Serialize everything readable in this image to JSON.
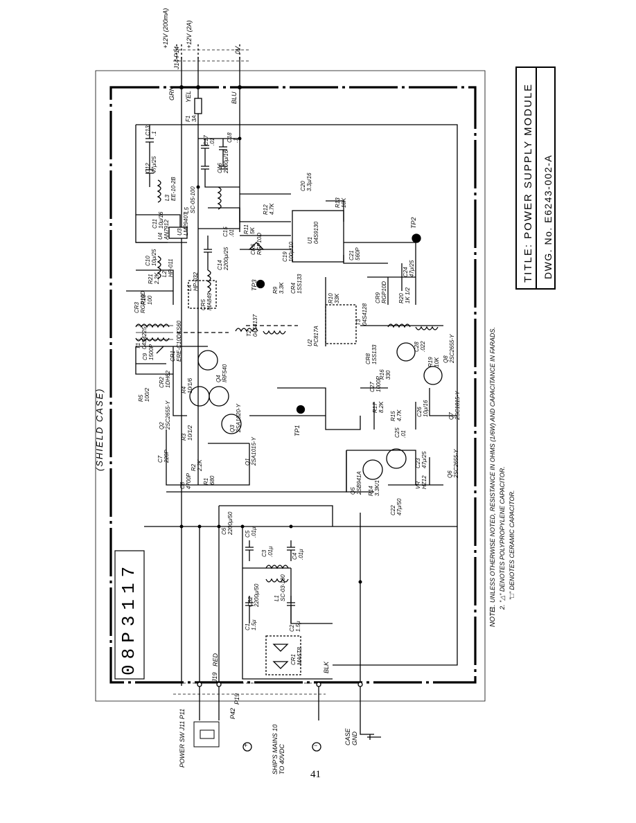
{
  "title": {
    "title_text": "TITLE:  POWER SUPPLY MODULE",
    "dwg_text": "DWG. No.  E6243-002-A"
  },
  "page_number": "41",
  "module_id": "08P3117",
  "shield_case": "(SHIELD CASE)",
  "notes": {
    "heading": "NOTE",
    "n1": "1.  UNLESS OTHERWISE NOTED, RESISTANCE IN OHMS (1/6W) AND CAPACITANCE IN FARADS.",
    "n2": "2.  \"△\" DENOTES POLYPROPYLENE CAPACITOR.",
    "n3": "\"□\" DENOTES CERAMIC CAPACITOR."
  },
  "connectors": {
    "j14": "J14",
    "p14": "P14",
    "out_12v_200ma": "+12V (200mA)",
    "out_12v_2a": "+12V (2A)",
    "out_0v": "0V",
    "pin1": "1",
    "pin2": "2",
    "pin3": "3",
    "wire_grn": "GRN",
    "wire_yel": "YEL",
    "wire_blu": "BLU",
    "power_sw": "POWER SW J11 P11",
    "ships_mains": "SHIP'S MAINS 10 TO 40VDC",
    "case_gnd": "CASE GND",
    "p42": "P42",
    "j19": "J19",
    "p19": "P19",
    "red": "RED",
    "blk": "BLK",
    "plus": "+",
    "minus": "−"
  },
  "test_points": [
    "TP1",
    "TP2",
    "TP3"
  ],
  "components": [
    {
      "ref": "F1",
      "value": "3A"
    },
    {
      "ref": "C13",
      "value": ".1"
    },
    {
      "ref": "C12",
      "value": "47μ/25"
    },
    {
      "ref": "L3",
      "value": "EE-10-2B"
    },
    {
      "ref": "C17",
      "value": ".01"
    },
    {
      "ref": "C18",
      "value": ".1"
    },
    {
      "ref": "C16",
      "value": "2200μ/16"
    },
    {
      "ref": "L5",
      "value": "SC-05-100"
    },
    {
      "ref": "U4",
      "value": "AN7912"
    },
    {
      "ref": "U3",
      "value": "LM2940T"
    },
    {
      "ref": "C11",
      "value": "10μ/16"
    },
    {
      "ref": "C10",
      "value": "10μ/25"
    },
    {
      "ref": "C15",
      "value": ".01"
    },
    {
      "ref": "C14",
      "value": "2200μ/25"
    },
    {
      "ref": "L2",
      "value": "HP-011"
    },
    {
      "ref": "L4",
      "value": "HP-032"
    },
    {
      "ref": "R21",
      "value": "2.2K"
    },
    {
      "ref": "CR3",
      "value": "RGP10D"
    },
    {
      "ref": "R18",
      "value": "100"
    },
    {
      "ref": "CR5",
      "value": "MA849"
    },
    {
      "ref": "R11",
      "value": "5K"
    },
    {
      "ref": "R12",
      "value": "4.7K"
    },
    {
      "ref": "C20",
      "value": "3.3μ/16"
    },
    {
      "ref": "R13",
      "value": "10K"
    },
    {
      "ref": "C21",
      "value": "560P"
    },
    {
      "ref": "CR6",
      "value": "RGP10D"
    },
    {
      "ref": "C19",
      "value": "100μ/10"
    },
    {
      "ref": "U1",
      "value": "04S9130"
    },
    {
      "ref": "R9",
      "value": "3.3K"
    },
    {
      "ref": "CR4",
      "value": "1SS133"
    },
    {
      "ref": "R10",
      "value": "33K"
    },
    {
      "ref": "C24",
      "value": "47μ/25"
    },
    {
      "ref": "CR9",
      "value": "RGP10D"
    },
    {
      "ref": "R20",
      "value": "1K 1/2"
    },
    {
      "ref": "T1",
      "value": "04S4225"
    },
    {
      "ref": "T2",
      "value": "04S4137"
    },
    {
      "ref": "U2",
      "value": "PC817A"
    },
    {
      "ref": "T3",
      "value": "04S4128"
    },
    {
      "ref": "C9",
      "value": "1500P"
    },
    {
      "ref": "CR1",
      "value": "ERE-C10DKS60"
    },
    {
      "ref": "CR2",
      "value": "1DH62"
    },
    {
      "ref": "R5",
      "value": "100/2"
    },
    {
      "ref": "Q4",
      "value": "IRF540"
    },
    {
      "ref": "R4",
      "value": "10/1/6"
    },
    {
      "ref": "Q2",
      "value": "2SC2655-Y"
    },
    {
      "ref": "Q3",
      "value": "2SA1020-Y"
    },
    {
      "ref": "R3",
      "value": "10/1/2"
    },
    {
      "ref": "Q1",
      "value": "2SA1015-Y"
    },
    {
      "ref": "C7",
      "value": "220P"
    },
    {
      "ref": "R2",
      "value": "2.2K"
    },
    {
      "ref": "C8",
      "value": "4700P"
    },
    {
      "ref": "R1",
      "value": "680"
    },
    {
      "ref": "CR8",
      "value": "1SS133"
    },
    {
      "ref": "C28",
      "value": ".022"
    },
    {
      "ref": "R16",
      "value": "330"
    },
    {
      "ref": "C27",
      "value": "1000P"
    },
    {
      "ref": "R17",
      "value": "8.2K"
    },
    {
      "ref": "R15",
      "value": "4.7K"
    },
    {
      "ref": "C25",
      "value": ".01"
    },
    {
      "ref": "C26",
      "value": "10μ/16"
    },
    {
      "ref": "R19",
      "value": "10K"
    },
    {
      "ref": "Q8",
      "value": "2SC2655-Y"
    },
    {
      "ref": "Q7",
      "value": "2SC1815-Y"
    },
    {
      "ref": "Q5",
      "value": "2SB941A"
    },
    {
      "ref": "Q6",
      "value": "2SC2655-Y"
    },
    {
      "ref": "C23",
      "value": "47μ/25"
    },
    {
      "ref": "VR",
      "value": "HZ12"
    },
    {
      "ref": "R14",
      "value": "3.3K/1"
    },
    {
      "ref": "C22",
      "value": "47μ/50"
    },
    {
      "ref": "C6",
      "value": "2200μ/50"
    },
    {
      "ref": "C5",
      "value": ".01μ"
    },
    {
      "ref": "C3",
      "value": ".01μ"
    },
    {
      "ref": "C4",
      "value": ".01μ"
    },
    {
      "ref": "L1",
      "value": "SC-03-100"
    },
    {
      "ref": "C32",
      "value": "2200μ/50"
    },
    {
      "ref": "C1",
      "value": "1.5μ"
    },
    {
      "ref": "C2",
      "value": "1.5μ"
    },
    {
      "ref": "CR1b",
      "value": "MA6T8"
    }
  ]
}
